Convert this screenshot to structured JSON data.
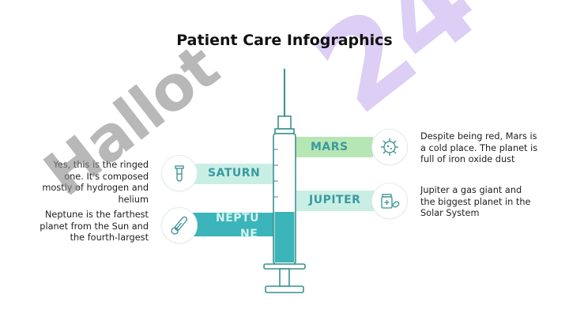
{
  "title": "Patient Care Infographics",
  "items": {
    "mars": {
      "label": "MARS",
      "description": "Despite being red, Mars is a cold place. The planet is full of iron oxide dust",
      "icon": "virus-icon"
    },
    "saturn": {
      "label": "SATURN",
      "description": "Yes, this is the ringed one. It's composed mostly of hydrogen and helium",
      "icon": "test-tube-icon"
    },
    "jupiter": {
      "label": "JUPITER",
      "description": "Jupiter a gas giant and the biggest planet in the Solar System",
      "icon": "pills-bottle-icon"
    },
    "neptune": {
      "label_line1": "NEPTU",
      "label_line2": "NE",
      "description": "Neptune is the farthest planet from the Sun and the fourth-largest",
      "icon": "thermometer-icon"
    }
  },
  "watermark": {
    "text_purple": "24",
    "text_gray": "Hallot"
  },
  "colors": {
    "teal": "#3bb5b9",
    "teal_dark": "#2f9fa3",
    "green_band": "#a9e2a6",
    "mint_band": "#c9efe5",
    "outline": "#3a8f92"
  }
}
